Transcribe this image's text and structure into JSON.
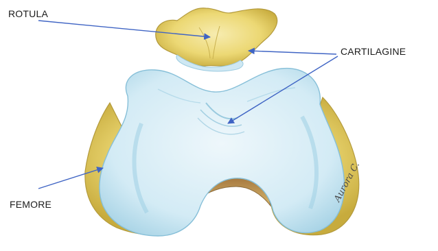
{
  "labels": {
    "rotula": "ROTULA",
    "cartilagine": "CARTILAGINE",
    "femore": "FEMORE"
  },
  "signature": "Aurora C.",
  "colors": {
    "arrow": "#3f64c4",
    "bone": "#e9d766",
    "cartilage": "#d4ecf4",
    "cartilage_shadow": "#8fc7de",
    "notch": "#b98a4e"
  }
}
